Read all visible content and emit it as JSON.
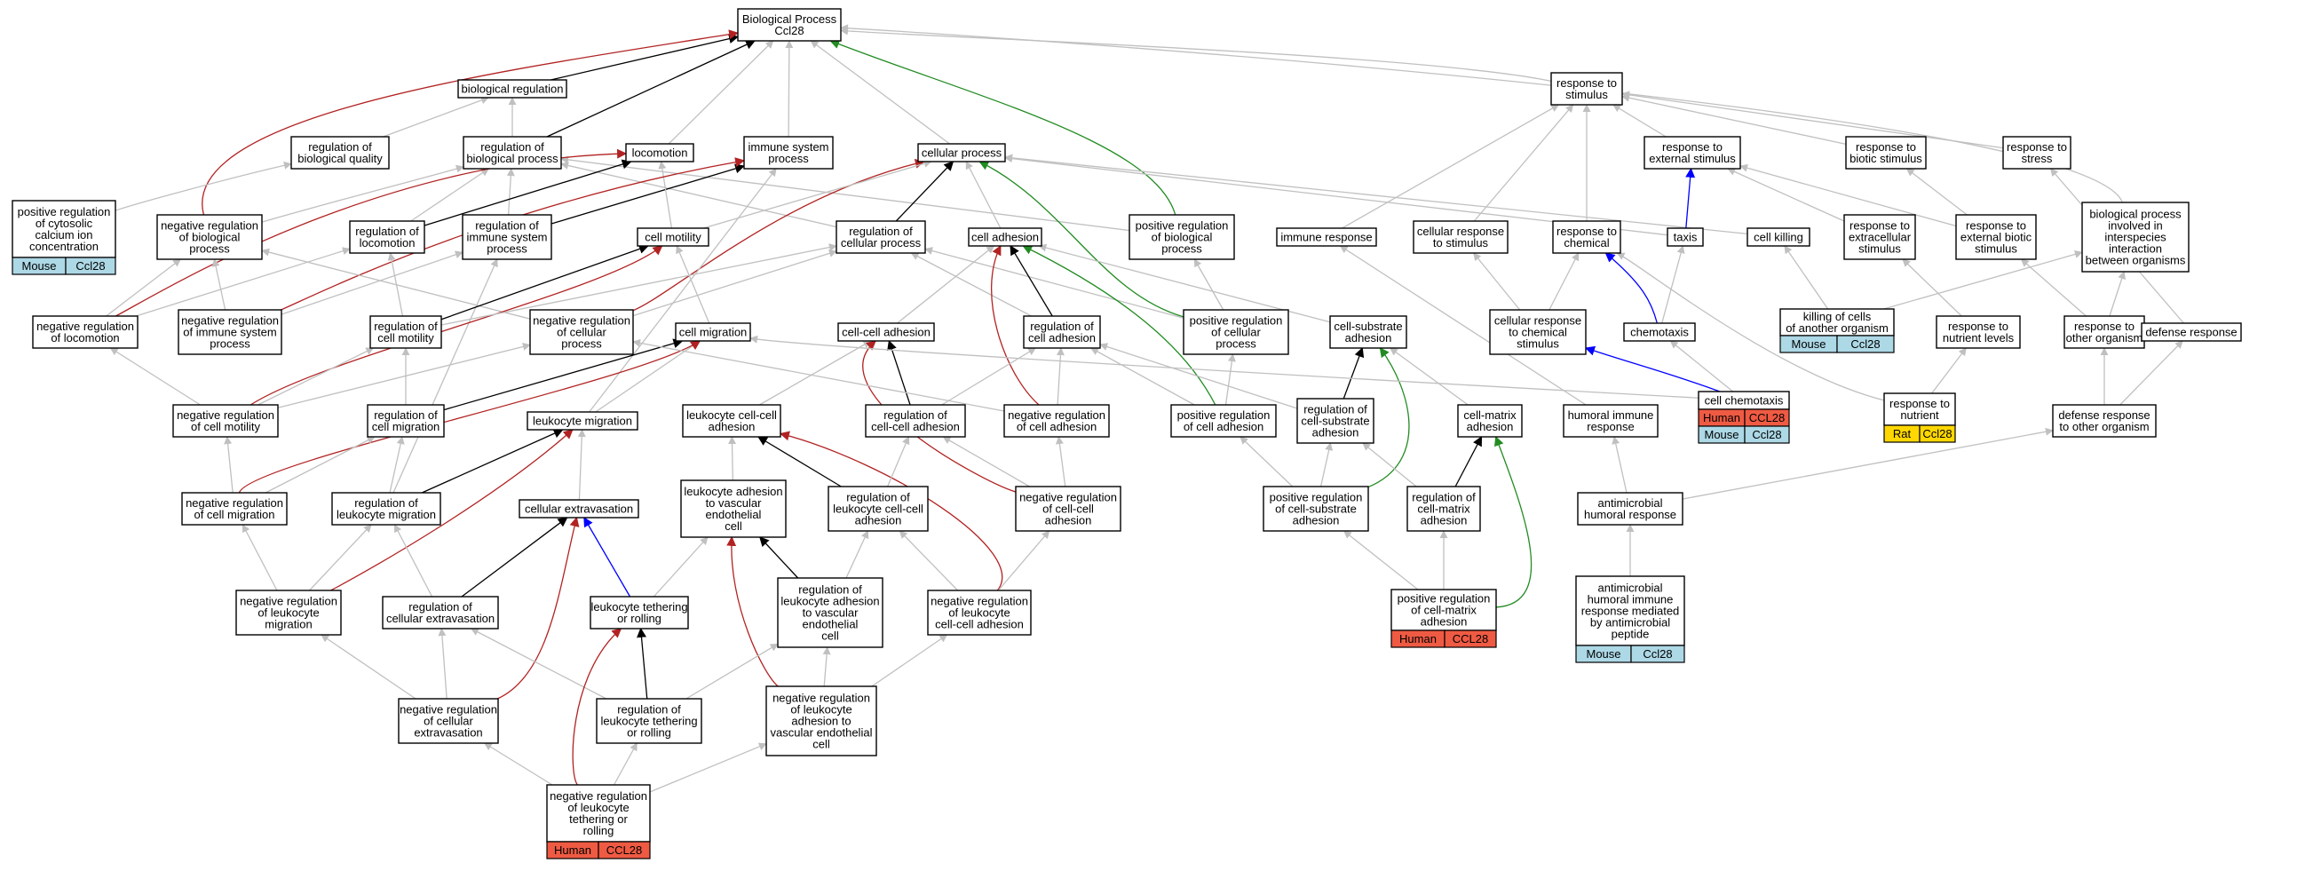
{
  "colors": {
    "gray": "#c0c0c0",
    "black": "#000000",
    "red": "#b22222",
    "green": "#228b22",
    "blue": "#0000ff",
    "human": "#ef5a43",
    "mouse": "#add8e6",
    "rat": "#ffd700"
  },
  "nodes": [
    {
      "id": "bp",
      "lines": [
        "Biological Process",
        "Ccl28"
      ]
    },
    {
      "id": "biolreg",
      "lines": [
        "biological regulation"
      ]
    },
    {
      "id": "regbq",
      "lines": [
        "regulation of",
        "biological quality"
      ]
    },
    {
      "id": "regbp",
      "lines": [
        "regulation of",
        "biological process"
      ]
    },
    {
      "id": "locomotion",
      "lines": [
        "locomotion"
      ]
    },
    {
      "id": "immsys",
      "lines": [
        "immune system",
        "process"
      ]
    },
    {
      "id": "cellproc",
      "lines": [
        "cellular process"
      ]
    },
    {
      "id": "posregcyt",
      "lines": [
        "positive regulation",
        "of cytosolic",
        "calcium ion",
        "concentration"
      ]
    },
    {
      "id": "negregbp",
      "lines": [
        "negative regulation",
        "of biological",
        "process"
      ]
    },
    {
      "id": "regloc",
      "lines": [
        "regulation of",
        "locomotion"
      ]
    },
    {
      "id": "regimm",
      "lines": [
        "regulation of",
        "immune system",
        "process"
      ]
    },
    {
      "id": "cellmot",
      "lines": [
        "cell motility"
      ]
    },
    {
      "id": "regcellproc",
      "lines": [
        "regulation of",
        "cellular process"
      ]
    },
    {
      "id": "celladh",
      "lines": [
        "cell adhesion"
      ]
    },
    {
      "id": "posregbp",
      "lines": [
        "positive regulation",
        "of biological",
        "process"
      ]
    },
    {
      "id": "negregloc",
      "lines": [
        "negative regulation",
        "of locomotion"
      ]
    },
    {
      "id": "negregimm",
      "lines": [
        "negative regulation",
        "of immune system",
        "process"
      ]
    },
    {
      "id": "regcellmot",
      "lines": [
        "regulation of",
        "cell motility"
      ]
    },
    {
      "id": "negregcellproc",
      "lines": [
        "negative regulation",
        "of cellular",
        "process"
      ]
    },
    {
      "id": "cellmig",
      "lines": [
        "cell migration"
      ]
    },
    {
      "id": "ccadh",
      "lines": [
        "cell-cell adhesion"
      ]
    },
    {
      "id": "regcelladh",
      "lines": [
        "regulation of",
        "cell adhesion"
      ]
    },
    {
      "id": "posregcellproc",
      "lines": [
        "positive regulation",
        "of cellular",
        "process"
      ]
    },
    {
      "id": "negregcellmot",
      "lines": [
        "negative regulation",
        "of cell motility"
      ]
    },
    {
      "id": "regcellmig",
      "lines": [
        "regulation of",
        "cell migration"
      ]
    },
    {
      "id": "leukmig",
      "lines": [
        "leukocyte migration"
      ]
    },
    {
      "id": "lccadh",
      "lines": [
        "leukocyte cell-cell",
        "adhesion"
      ]
    },
    {
      "id": "regccadh",
      "lines": [
        "regulation of",
        "cell-cell adhesion"
      ]
    },
    {
      "id": "negregcelladh",
      "lines": [
        "negative regulation",
        "of cell adhesion"
      ]
    },
    {
      "id": "posregcelladh",
      "lines": [
        "positive regulation",
        "of cell adhesion"
      ]
    },
    {
      "id": "negregcellmig",
      "lines": [
        "negative regulation",
        "of cell migration"
      ]
    },
    {
      "id": "regleukmig",
      "lines": [
        "regulation of",
        "leukocyte migration"
      ]
    },
    {
      "id": "cellextrav",
      "lines": [
        "cellular extravasation"
      ]
    },
    {
      "id": "leukadhvasc",
      "lines": [
        "leukocyte adhesion",
        "to vascular",
        "endothelial",
        "cell"
      ]
    },
    {
      "id": "reglccadh",
      "lines": [
        "regulation of",
        "leukocyte cell-cell",
        "adhesion"
      ]
    },
    {
      "id": "negregccadh",
      "lines": [
        "negative regulation",
        "of cell-cell",
        "adhesion"
      ]
    },
    {
      "id": "negregleukmig",
      "lines": [
        "negative regulation",
        "of leukocyte",
        "migration"
      ]
    },
    {
      "id": "regcellextrav",
      "lines": [
        "regulation of",
        "cellular extravasation"
      ]
    },
    {
      "id": "leukteth",
      "lines": [
        "leukocyte tethering",
        "or rolling"
      ]
    },
    {
      "id": "regleukadhvasc",
      "lines": [
        "regulation of",
        "leukocyte adhesion",
        "to vascular",
        "endothelial",
        "cell"
      ]
    },
    {
      "id": "negreglccadh",
      "lines": [
        "negative regulation",
        "of leukocyte",
        "cell-cell adhesion"
      ]
    },
    {
      "id": "negregcellextrav",
      "lines": [
        "negative regulation",
        "of cellular",
        "extravasation"
      ]
    },
    {
      "id": "regleukteth",
      "lines": [
        "regulation of",
        "leukocyte tethering",
        "or rolling"
      ]
    },
    {
      "id": "negregleukadhvasc",
      "lines": [
        "negative regulation",
        "of leukocyte",
        "adhesion to",
        "vascular endothelial",
        "cell"
      ]
    },
    {
      "id": "negregleukteth",
      "lines": [
        "negative regulation",
        "of leukocyte",
        "tethering or",
        "rolling"
      ]
    },
    {
      "id": "respstim",
      "lines": [
        "response to",
        "stimulus"
      ]
    },
    {
      "id": "respext",
      "lines": [
        "response to",
        "external stimulus"
      ]
    },
    {
      "id": "respbiot",
      "lines": [
        "response to",
        "biotic stimulus"
      ]
    },
    {
      "id": "respstress",
      "lines": [
        "response to",
        "stress"
      ]
    },
    {
      "id": "immresp",
      "lines": [
        "immune response"
      ]
    },
    {
      "id": "cellrespstim",
      "lines": [
        "cellular response",
        "to stimulus"
      ]
    },
    {
      "id": "respchem",
      "lines": [
        "response to",
        "chemical"
      ]
    },
    {
      "id": "taxis",
      "lines": [
        "taxis"
      ]
    },
    {
      "id": "cellkill",
      "lines": [
        "cell killing"
      ]
    },
    {
      "id": "respextstim",
      "lines": [
        "response to",
        "extracellular",
        "stimulus"
      ]
    },
    {
      "id": "respextbiot",
      "lines": [
        "response to",
        "external biotic",
        "stimulus"
      ]
    },
    {
      "id": "bpinter",
      "lines": [
        "biological process",
        "involved in",
        "interspecies",
        "interaction",
        "between organisms"
      ]
    },
    {
      "id": "csadh",
      "lines": [
        "cell-substrate",
        "adhesion"
      ]
    },
    {
      "id": "cellrespchem",
      "lines": [
        "cellular response",
        "to chemical",
        "stimulus"
      ]
    },
    {
      "id": "chemotaxis",
      "lines": [
        "chemotaxis"
      ]
    },
    {
      "id": "killcells",
      "lines": [
        "killing of cells",
        "of another organism"
      ]
    },
    {
      "id": "respnutlev",
      "lines": [
        "response to",
        "nutrient levels"
      ]
    },
    {
      "id": "respother",
      "lines": [
        "response to",
        "other organism"
      ]
    },
    {
      "id": "defresp",
      "lines": [
        "defense response"
      ]
    },
    {
      "id": "regcsadh",
      "lines": [
        "regulation of",
        "cell-substrate",
        "adhesion"
      ]
    },
    {
      "id": "cmadh",
      "lines": [
        "cell-matrix",
        "adhesion"
      ]
    },
    {
      "id": "humimm",
      "lines": [
        "humoral immune",
        "response"
      ]
    },
    {
      "id": "cellchemo",
      "lines": [
        "cell chemotaxis"
      ]
    },
    {
      "id": "respnut",
      "lines": [
        "response to",
        "nutrient"
      ]
    },
    {
      "id": "defother",
      "lines": [
        "defense response",
        "to other organism"
      ]
    },
    {
      "id": "posregcsadh",
      "lines": [
        "positive regulation",
        "of cell-substrate",
        "adhesion"
      ]
    },
    {
      "id": "regcmadh",
      "lines": [
        "regulation of",
        "cell-matrix",
        "adhesion"
      ]
    },
    {
      "id": "amhum",
      "lines": [
        "antimicrobial",
        "humoral response"
      ]
    },
    {
      "id": "posregcmadh",
      "lines": [
        "positive regulation",
        "of cell-matrix",
        "adhesion"
      ]
    },
    {
      "id": "amhumpep",
      "lines": [
        "antimicrobial",
        "humoral immune",
        "response mediated",
        "by antimicrobial",
        "peptide"
      ]
    }
  ],
  "gene_tags": [
    {
      "node": "posregcyt",
      "species": "Mouse",
      "gene": "Ccl28",
      "color": "mouse"
    },
    {
      "node": "killcells",
      "species": "Mouse",
      "gene": "Ccl28",
      "color": "mouse"
    },
    {
      "node": "cellchemo",
      "species": "Human",
      "gene": "CCL28",
      "color": "human"
    },
    {
      "node": "cellchemo",
      "species": "Mouse",
      "gene": "Ccl28",
      "color": "mouse"
    },
    {
      "node": "respnut",
      "species": "Rat",
      "gene": "Ccl28",
      "color": "rat"
    },
    {
      "node": "posregcmadh",
      "species": "Human",
      "gene": "CCL28",
      "color": "human"
    },
    {
      "node": "amhumpep",
      "species": "Mouse",
      "gene": "Ccl28",
      "color": "mouse"
    },
    {
      "node": "negregleukteth",
      "species": "Human",
      "gene": "CCL28",
      "color": "human"
    }
  ],
  "edges": [
    [
      "biolreg",
      "bp",
      "black"
    ],
    [
      "regbq",
      "biolreg",
      "gray"
    ],
    [
      "regbp",
      "biolreg",
      "gray"
    ],
    [
      "regbp",
      "bp",
      "black"
    ],
    [
      "locomotion",
      "bp",
      "gray"
    ],
    [
      "immsys",
      "bp",
      "gray"
    ],
    [
      "cellproc",
      "bp",
      "gray"
    ],
    [
      "respstim",
      "bp",
      "gray"
    ],
    [
      "bpinter",
      "bp",
      "gray"
    ],
    [
      "posregbp",
      "bp",
      "green"
    ],
    [
      "negregbp",
      "bp",
      "red"
    ],
    [
      "negregbp",
      "regbp",
      "gray"
    ],
    [
      "posregbp",
      "regbp",
      "gray"
    ],
    [
      "regcellproc",
      "regbp",
      "gray"
    ],
    [
      "regloc",
      "regbp",
      "gray"
    ],
    [
      "regimm",
      "regbp",
      "gray"
    ],
    [
      "posregcyt",
      "regbq",
      "gray"
    ],
    [
      "regloc",
      "locomotion",
      "black"
    ],
    [
      "regimm",
      "immsys",
      "black"
    ],
    [
      "cellmot",
      "locomotion",
      "gray"
    ],
    [
      "negregloc",
      "locomotion",
      "red"
    ],
    [
      "negregimm",
      "immsys",
      "red"
    ],
    [
      "negregcellproc",
      "cellproc",
      "red"
    ],
    [
      "regcellproc",
      "cellproc",
      "black"
    ],
    [
      "posregcellproc",
      "cellproc",
      "green"
    ],
    [
      "celladh",
      "cellproc",
      "gray"
    ],
    [
      "cellmot",
      "cellproc",
      "gray"
    ],
    [
      "taxis",
      "cellproc",
      "gray"
    ],
    [
      "cellkill",
      "cellproc",
      "gray"
    ],
    [
      "leukmig",
      "immsys",
      "gray"
    ],
    [
      "negregloc",
      "negregbp",
      "gray"
    ],
    [
      "negregimm",
      "negregbp",
      "gray"
    ],
    [
      "negregcellproc",
      "negregbp",
      "gray"
    ],
    [
      "negregloc",
      "regloc",
      "gray"
    ],
    [
      "regcellmot",
      "regloc",
      "gray"
    ],
    [
      "negregimm",
      "regimm",
      "gray"
    ],
    [
      "regleukmig",
      "regimm",
      "gray"
    ],
    [
      "cellmig",
      "cellmot",
      "gray"
    ],
    [
      "regcellmot",
      "cellmot",
      "black"
    ],
    [
      "negregcellmot",
      "cellmot",
      "red"
    ],
    [
      "negregcellproc",
      "regcellproc",
      "gray"
    ],
    [
      "posregcellproc",
      "regcellproc",
      "gray"
    ],
    [
      "regcelladh",
      "regcellproc",
      "gray"
    ],
    [
      "regcellmot",
      "regcellproc",
      "gray"
    ],
    [
      "regcelladh",
      "celladh",
      "black"
    ],
    [
      "negregcelladh",
      "celladh",
      "red"
    ],
    [
      "posregcelladh",
      "celladh",
      "green"
    ],
    [
      "ccadh",
      "celladh",
      "gray"
    ],
    [
      "csadh",
      "celladh",
      "gray"
    ],
    [
      "posregcellproc",
      "posregbp",
      "gray"
    ],
    [
      "negregcellmot",
      "negregloc",
      "gray"
    ],
    [
      "negregcellmig",
      "negregcellmot",
      "gray"
    ],
    [
      "negregcellmot",
      "regcellmot",
      "gray"
    ],
    [
      "regcellmig",
      "regcellmot",
      "gray"
    ],
    [
      "negregcellmot",
      "negregcellproc",
      "gray"
    ],
    [
      "leukmig",
      "cellmig",
      "gray"
    ],
    [
      "regcellmig",
      "cellmig",
      "black"
    ],
    [
      "negregcellmig",
      "cellmig",
      "red"
    ],
    [
      "lccadh",
      "ccadh",
      "gray"
    ],
    [
      "regccadh",
      "ccadh",
      "black"
    ],
    [
      "negregccadh",
      "ccadh",
      "red"
    ],
    [
      "regccadh",
      "regcelladh",
      "gray"
    ],
    [
      "negregcelladh",
      "regcelladh",
      "gray"
    ],
    [
      "posregcelladh",
      "regcelladh",
      "gray"
    ],
    [
      "regcsadh",
      "regcelladh",
      "gray"
    ],
    [
      "posregcelladh",
      "posregcellproc",
      "gray"
    ],
    [
      "negregcelladh",
      "negregcellproc",
      "gray"
    ],
    [
      "negregcellmig",
      "regcellmig",
      "gray"
    ],
    [
      "regleukmig",
      "regcellmig",
      "gray"
    ],
    [
      "regleukmig",
      "leukmig",
      "black"
    ],
    [
      "negregleukmig",
      "leukmig",
      "red"
    ],
    [
      "cellextrav",
      "leukmig",
      "gray"
    ],
    [
      "leukadhvasc",
      "lccadh",
      "gray"
    ],
    [
      "reglccadh",
      "lccadh",
      "black"
    ],
    [
      "negreglccadh",
      "lccadh",
      "red"
    ],
    [
      "reglccadh",
      "regccadh",
      "gray"
    ],
    [
      "negregccadh",
      "regccadh",
      "gray"
    ],
    [
      "negregccadh",
      "negregcelladh",
      "gray"
    ],
    [
      "negregleukmig",
      "negregcellmig",
      "gray"
    ],
    [
      "negregleukmig",
      "regleukmig",
      "gray"
    ],
    [
      "regcellextrav",
      "regleukmig",
      "gray"
    ],
    [
      "regcellextrav",
      "cellextrav",
      "black"
    ],
    [
      "negregcellextrav",
      "cellextrav",
      "red"
    ],
    [
      "leukteth",
      "cellextrav",
      "blue"
    ],
    [
      "regleukadhvasc",
      "leukadhvasc",
      "black"
    ],
    [
      "negregleukadhvasc",
      "leukadhvasc",
      "red"
    ],
    [
      "leukteth",
      "leukadhvasc",
      "gray"
    ],
    [
      "regleukadhvasc",
      "reglccadh",
      "gray"
    ],
    [
      "negreglccadh",
      "reglccadh",
      "gray"
    ],
    [
      "negreglccadh",
      "negregccadh",
      "gray"
    ],
    [
      "negregcellextrav",
      "negregleukmig",
      "gray"
    ],
    [
      "negregcellextrav",
      "regcellextrav",
      "gray"
    ],
    [
      "regleukteth",
      "regcellextrav",
      "gray"
    ],
    [
      "regleukteth",
      "leukteth",
      "black"
    ],
    [
      "negregleukteth",
      "leukteth",
      "red"
    ],
    [
      "regleukteth",
      "regleukadhvasc",
      "gray"
    ],
    [
      "negregleukadhvasc",
      "regleukadhvasc",
      "gray"
    ],
    [
      "negregleukadhvasc",
      "negreglccadh",
      "gray"
    ],
    [
      "negregleukteth",
      "negregcellextrav",
      "gray"
    ],
    [
      "negregleukteth",
      "regleukteth",
      "gray"
    ],
    [
      "negregleukteth",
      "negregleukadhvasc",
      "gray"
    ],
    [
      "respext",
      "respstim",
      "gray"
    ],
    [
      "respbiot",
      "respstim",
      "gray"
    ],
    [
      "respstress",
      "respstim",
      "gray"
    ],
    [
      "immresp",
      "respstim",
      "gray"
    ],
    [
      "cellrespstim",
      "respstim",
      "gray"
    ],
    [
      "respchem",
      "respstim",
      "gray"
    ],
    [
      "taxis",
      "respext",
      "blue"
    ],
    [
      "respextstim",
      "respext",
      "gray"
    ],
    [
      "respextbiot",
      "respext",
      "gray"
    ],
    [
      "respextbiot",
      "respbiot",
      "gray"
    ],
    [
      "defresp",
      "respstress",
      "gray"
    ],
    [
      "humimm",
      "immresp",
      "gray"
    ],
    [
      "cellrespchem",
      "cellrespstim",
      "gray"
    ],
    [
      "cellrespchem",
      "respchem",
      "gray"
    ],
    [
      "chemotaxis",
      "respchem",
      "blue"
    ],
    [
      "chemotaxis",
      "taxis",
      "gray"
    ],
    [
      "killcells",
      "cellkill",
      "gray"
    ],
    [
      "killcells",
      "bpinter",
      "gray"
    ],
    [
      "respnutlev",
      "respextstim",
      "gray"
    ],
    [
      "respother",
      "respextbiot",
      "gray"
    ],
    [
      "respother",
      "bpinter",
      "gray"
    ],
    [
      "regcsadh",
      "csadh",
      "black"
    ],
    [
      "posregcsadh",
      "csadh",
      "green"
    ],
    [
      "cmadh",
      "csadh",
      "gray"
    ],
    [
      "cellchemo",
      "cellrespchem",
      "blue"
    ],
    [
      "cellchemo",
      "chemotaxis",
      "gray"
    ],
    [
      "cellchemo",
      "cellmig",
      "gray"
    ],
    [
      "respnut",
      "respnutlev",
      "gray"
    ],
    [
      "respnut",
      "respchem",
      "gray"
    ],
    [
      "defother",
      "respother",
      "gray"
    ],
    [
      "defother",
      "defresp",
      "gray"
    ],
    [
      "posregcsadh",
      "regcsadh",
      "gray"
    ],
    [
      "regcmadh",
      "regcsadh",
      "gray"
    ],
    [
      "regcmadh",
      "cmadh",
      "black"
    ],
    [
      "posregcmadh",
      "cmadh",
      "green"
    ],
    [
      "posregcsadh",
      "posregcelladh",
      "gray"
    ],
    [
      "amhum",
      "humimm",
      "gray"
    ],
    [
      "amhum",
      "defother",
      "gray"
    ],
    [
      "posregcmadh",
      "posregcsadh",
      "gray"
    ],
    [
      "posregcmadh",
      "regcmadh",
      "gray"
    ],
    [
      "amhumpep",
      "amhum",
      "gray"
    ]
  ]
}
